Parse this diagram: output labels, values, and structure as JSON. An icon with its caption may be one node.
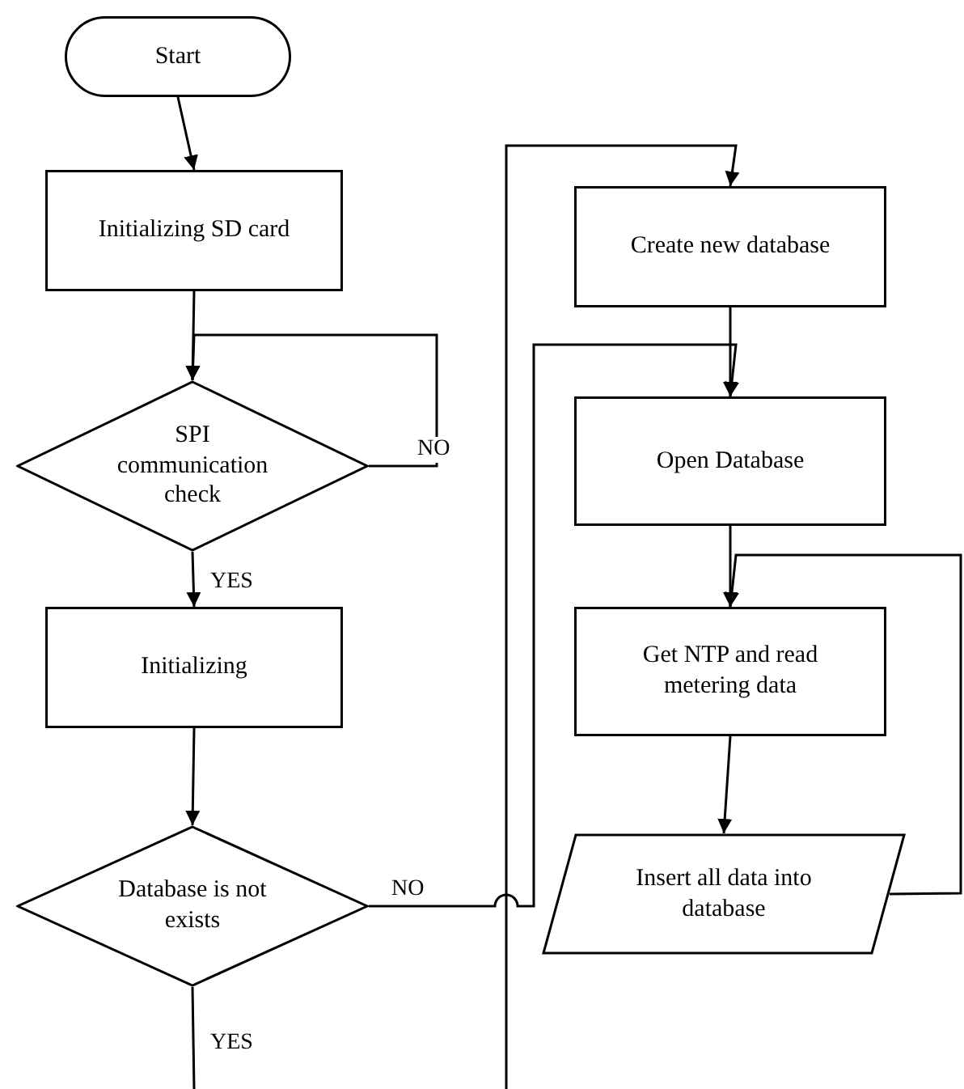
{
  "diagram": {
    "nodes": [
      {
        "text": [
          "Start"
        ]
      },
      {
        "text": [
          "Initializing SD card"
        ]
      },
      {
        "text": [
          "SPI communication check"
        ]
      },
      {
        "text": [
          "Initializing"
        ]
      },
      {
        "text": [
          "Database is not exists"
        ]
      },
      {
        "text": [
          "Create new database"
        ]
      },
      {
        "text": [
          "Open Database"
        ]
      },
      {
        "text": [
          "Get NTP and read metering data"
        ]
      },
      {
        "text": [
          "Insert all data into database"
        ]
      }
    ],
    "edges": [
      {
        "from": 0,
        "to": 1,
        "arrow": "to"
      },
      {
        "from": 1,
        "to": 2,
        "arrow": "to"
      },
      {
        "from": 2,
        "to": 2,
        "arrow": "to",
        "label": "NO"
      },
      {
        "from": 2,
        "to": 3,
        "arrow": "to",
        "label": "YES"
      },
      {
        "from": 3,
        "to": 4,
        "arrow": "to"
      },
      {
        "from": 4,
        "to": 6,
        "arrow": "to",
        "label": "NO"
      },
      {
        "from": 4,
        "to": null,
        "arrow": "none",
        "label": "YES"
      },
      {
        "from": null,
        "to": 5,
        "arrow": "to"
      },
      {
        "from": 5,
        "to": 6,
        "arrow": "to"
      },
      {
        "from": 6,
        "to": 7,
        "arrow": "to"
      },
      {
        "from": 7,
        "to": 8,
        "arrow": "to"
      },
      {
        "from": 8,
        "to": 7,
        "arrow": "to"
      }
    ]
  }
}
